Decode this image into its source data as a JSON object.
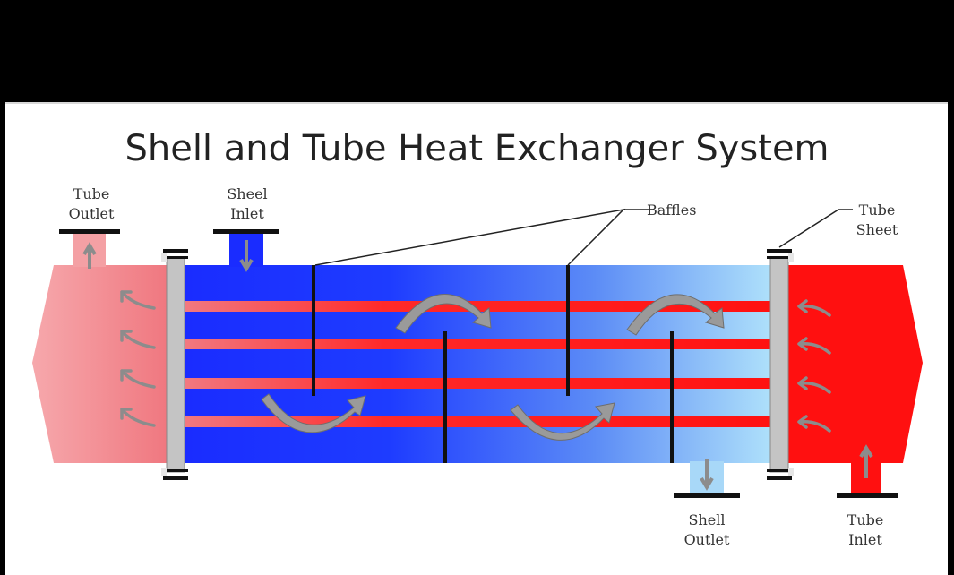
{
  "title": "Shell and Tube Heat Exchanger System",
  "labels": {
    "tube_outlet": [
      "Tube",
      "Outlet"
    ],
    "shell_inlet": [
      "Sheel",
      "Inlet"
    ],
    "baffles": "Baffles",
    "tube_sheet": [
      "Tube",
      "Sheet"
    ],
    "shell_outlet": [
      "Shell",
      "Outlet"
    ],
    "tube_inlet": [
      "Tube",
      "Inlet"
    ]
  },
  "colors": {
    "hot": "#ff1010",
    "hot_light": "#f4a0a4",
    "cold": "#1a2cff",
    "cold_light": "#a8d8f8",
    "metal": "#c4c4c4",
    "arrow": "#8c8c8c"
  }
}
